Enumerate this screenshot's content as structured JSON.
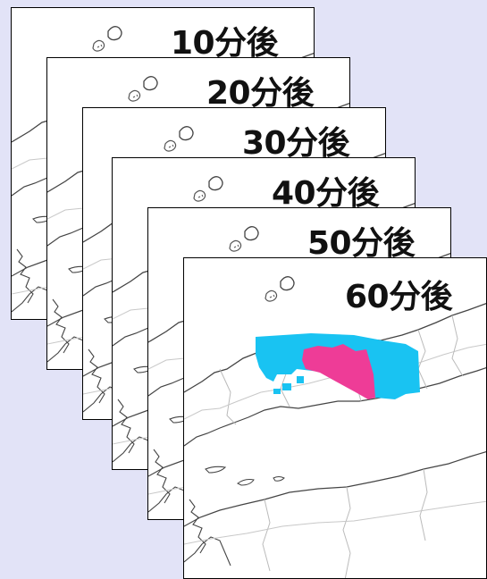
{
  "frames": [
    {
      "label": "10分後"
    },
    {
      "label": "20分後"
    },
    {
      "label": "30分後"
    },
    {
      "label": "40分後"
    },
    {
      "label": "50分後"
    },
    {
      "label": "60分後"
    }
  ],
  "colors": {
    "background": "#e2e3f7",
    "precip_light": "#19c3f2",
    "precip_heavy": "#ee3c97",
    "coast": "#444444",
    "border": "#bbbbbb"
  }
}
